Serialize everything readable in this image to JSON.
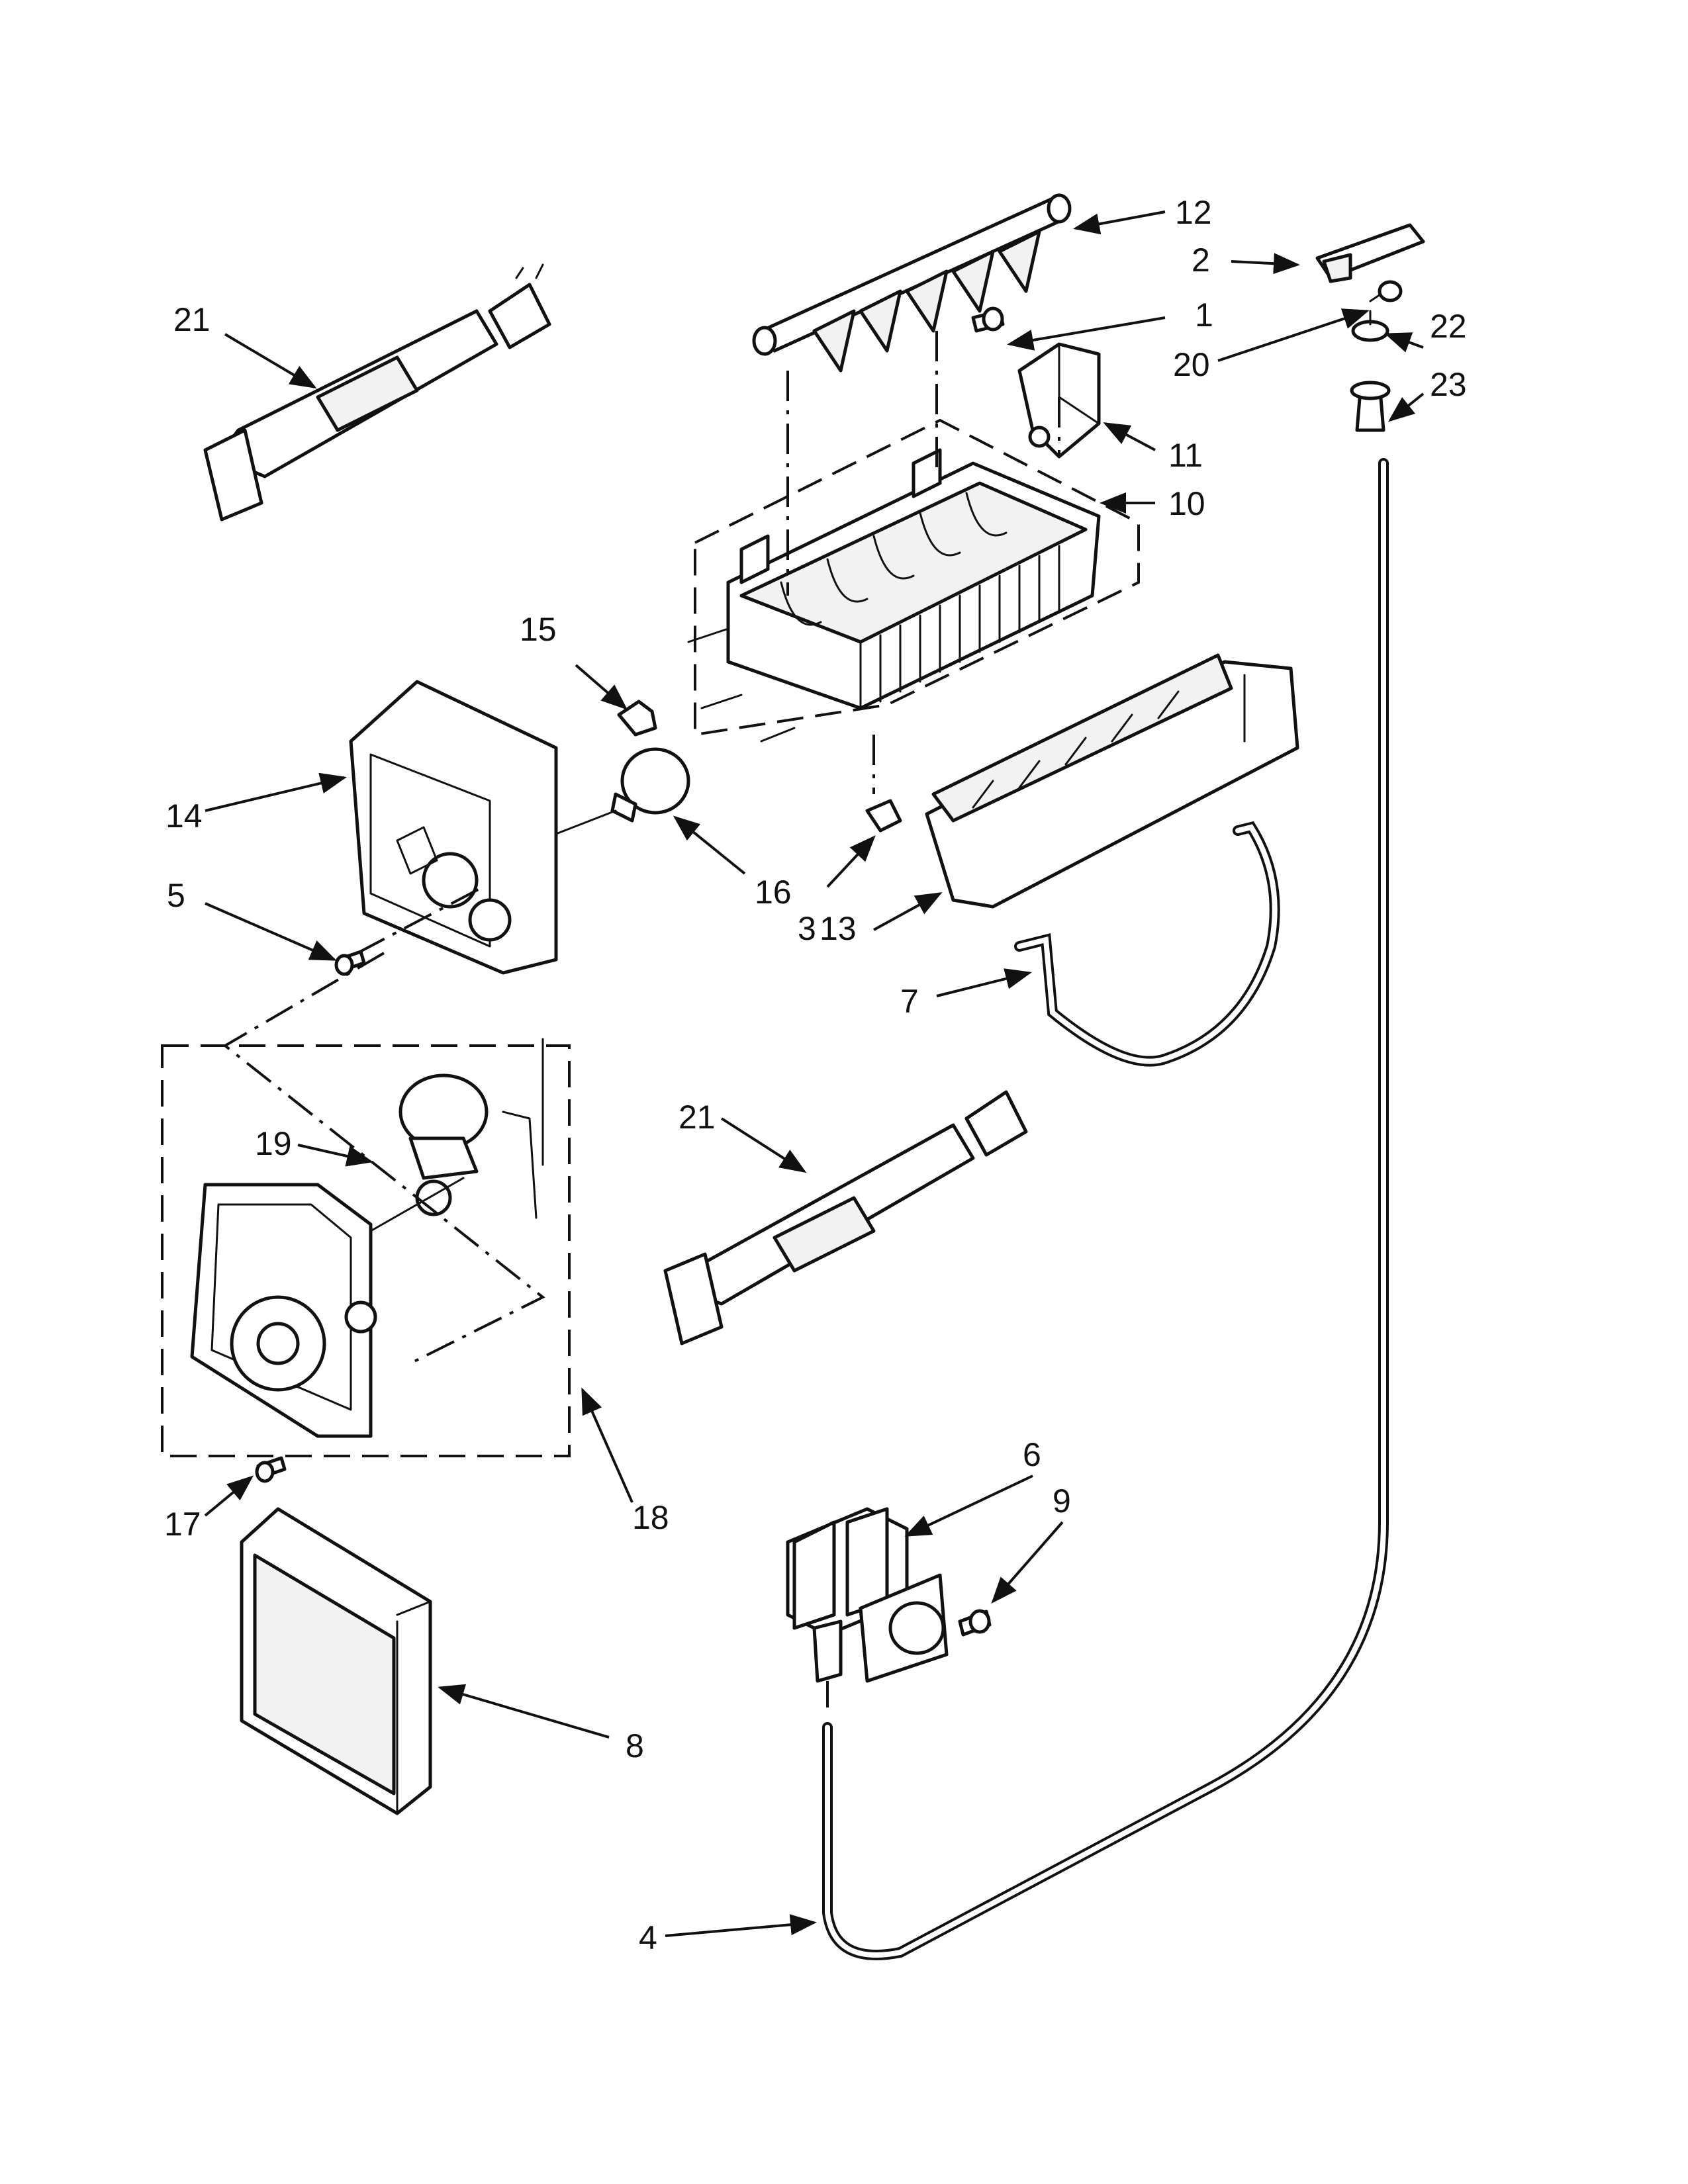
{
  "callouts": {
    "c1": "1",
    "c2": "2",
    "c3": "3",
    "c4": "4",
    "c5": "5",
    "c6": "6",
    "c7": "7",
    "c8": "8",
    "c9": "9",
    "c10": "10",
    "c11": "11",
    "c12": "12",
    "c13": "13",
    "c14": "14",
    "c15": "15",
    "c16": "16",
    "c17": "17",
    "c18": "18",
    "c19": "19",
    "c20": "20",
    "c21a": "21",
    "c21b": "21",
    "c22": "22",
    "c23": "23"
  }
}
